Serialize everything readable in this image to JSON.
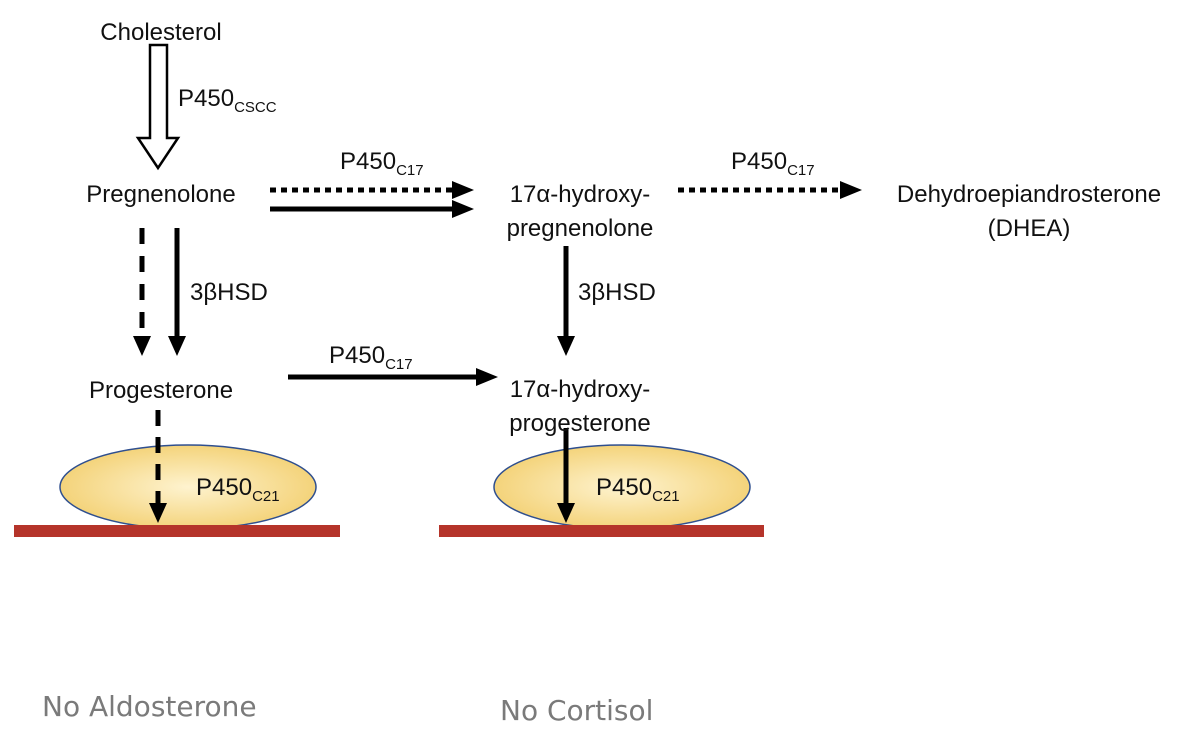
{
  "compounds": {
    "cholesterol": "Cholesterol",
    "pregnenolone": "Pregnenolone",
    "hydroxy_pregnenolone_line1": "17α-hydroxy-",
    "hydroxy_pregnenolone_line2": "pregnenolone",
    "dhea_line1": "Dehydroepiandrosterone",
    "dhea_line2": "(DHEA)",
    "progesterone": "Progesterone",
    "hydroxy_progesterone_line1": "17α-hydroxy-",
    "hydroxy_progesterone_line2": "progesterone"
  },
  "enzymes": {
    "cscc": {
      "base": "P450",
      "sub": "CSCC"
    },
    "c17_top_left": {
      "base": "P450",
      "sub": "C17"
    },
    "c17_top_right": {
      "base": "P450",
      "sub": "C17"
    },
    "c17_middle": {
      "base": "P450",
      "sub": "C17"
    },
    "hsd_left": "3βHSD",
    "hsd_right": "3βHSD",
    "c21_left": {
      "base": "P450",
      "sub": "C21"
    },
    "c21_right": {
      "base": "P450",
      "sub": "C21"
    }
  },
  "outcomes": {
    "left": "No Aldosterone",
    "right": "No Cortisol"
  },
  "colors": {
    "text": "#111111",
    "arrow": "#000000",
    "enzyme_fill_center": "#fef3cf",
    "enzyme_fill_edge": "#f2cd6a",
    "enzyme_stroke": "#2f4f8f",
    "membrane": "#b5342a",
    "caption": "#7a7a7a"
  }
}
